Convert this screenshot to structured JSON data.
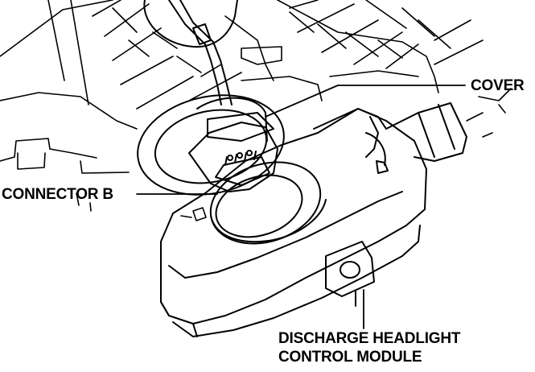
{
  "labels": {
    "cover": "COVER",
    "connector_b": "CONNECTOR B",
    "module_line1": "DISCHARGE HEADLIGHT",
    "module_line2": "CONTROL MODULE"
  },
  "colors": {
    "ink": "#000000",
    "background": "#ffffff"
  }
}
